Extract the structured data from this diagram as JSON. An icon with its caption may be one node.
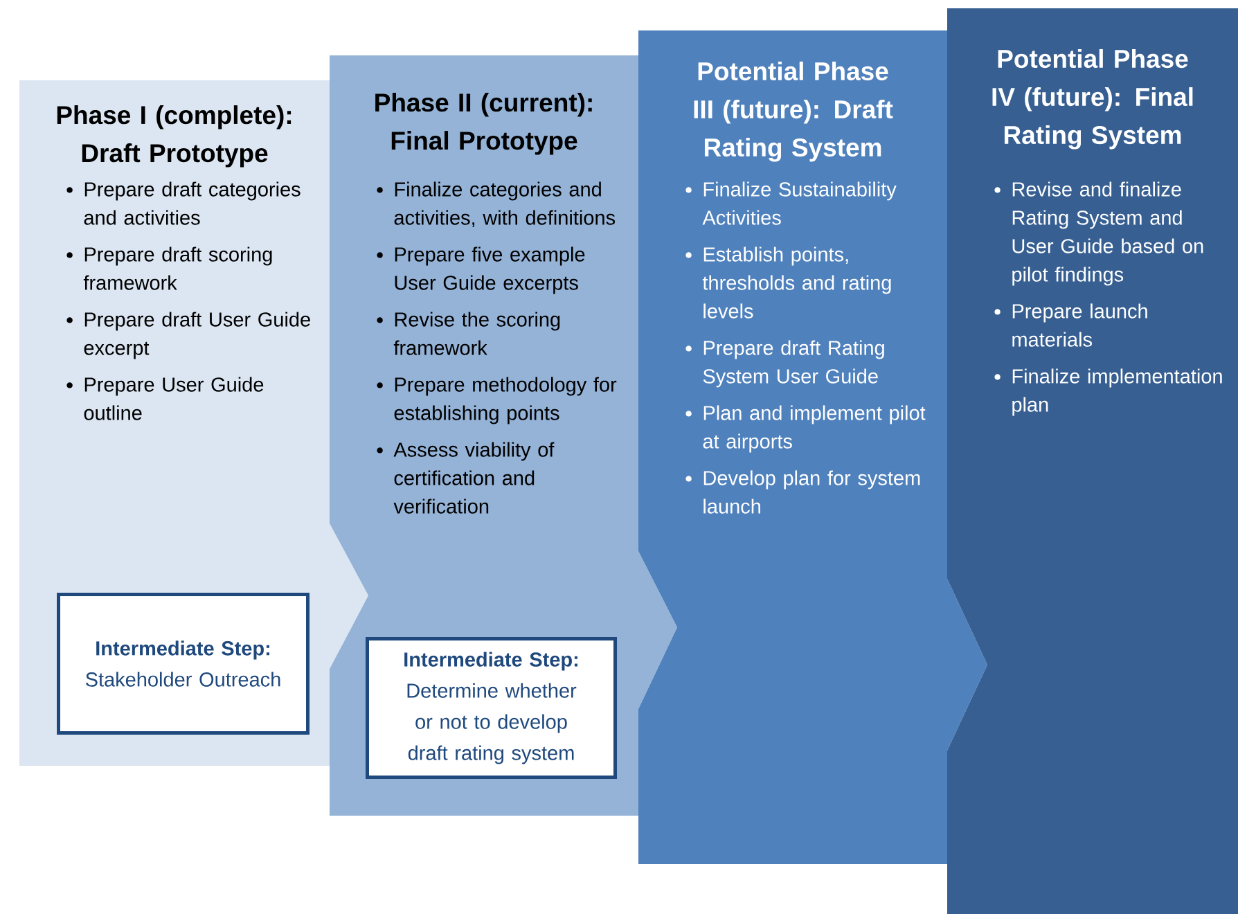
{
  "diagram": {
    "nodes": [
      {
        "text": [
          "Phase I (complete): Draft Prototype",
          "Prepare draft categories and activities",
          "Prepare draft scoring framework",
          "Prepare draft User Guide excerpt",
          "Prepare User Guide outline"
        ]
      },
      {
        "text": [
          "Intermediate Step:",
          "Stakeholder Outreach"
        ],
        "in": 0
      },
      {
        "text": [
          "Phase II (current): Final Prototype",
          "Finalize categories and activities, with definitions",
          "Prepare five example User Guide excerpts",
          "Revise the scoring framework",
          "Prepare methodology for establishing points",
          "Assess viability of certification and verification"
        ]
      },
      {
        "text": [
          "Intermediate Step:",
          "Determine whether or not to develop draft rating system"
        ],
        "in": 2
      },
      {
        "text": [
          "Potential Phase III (future): Draft Rating System",
          "Finalize Sustainability Activities",
          "Establish points, thresholds and rating levels",
          "Prepare draft Rating System User Guide",
          "Plan and implement pilot at airports",
          "Develop plan for system launch"
        ]
      },
      {
        "text": [
          "Potential Phase IV (future): Final Rating System",
          "Revise and finalize Rating System and User Guide based on pilot findings",
          "Prepare launch materials",
          "Finalize implementation plan"
        ]
      }
    ]
  }
}
